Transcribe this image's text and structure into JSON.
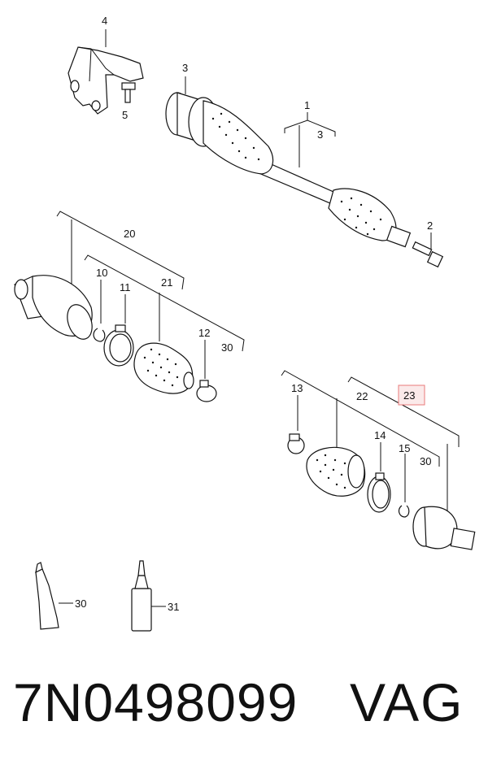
{
  "labels": {
    "l1": "1",
    "l2": "2",
    "l3a": "3",
    "l3b": "3",
    "l4": "4",
    "l5": "5",
    "l10": "10",
    "l11": "11",
    "l12": "12",
    "l13": "13",
    "l14": "14",
    "l15": "15",
    "l20": "20",
    "l21": "21",
    "l22": "22",
    "l23": "23",
    "l30a": "30",
    "l30b": "30",
    "l30c": "30",
    "l31": "31"
  },
  "highlight_color": "#e87b7b",
  "footer": {
    "part_number": "7N0498099",
    "brand": "VAG"
  }
}
